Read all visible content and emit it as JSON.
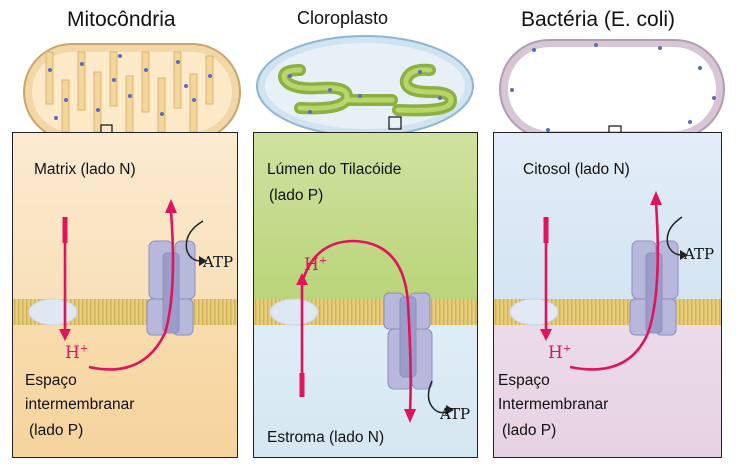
{
  "titles": {
    "mito": "Mitocôndria",
    "chloro": "Cloroplasto",
    "bact": "Bactéria (E. coli)"
  },
  "mito": {
    "top_label": "Matrix (lado N)",
    "bottom_label_1": "Espaço",
    "bottom_label_2": "intermembranar",
    "bottom_label_3": "(lado P)",
    "proton": "H",
    "proton_sup": "+",
    "atp": "ATP"
  },
  "chloro": {
    "top_label_1": "Lúmen do Tilacóide",
    "top_label_2": "(lado P)",
    "bottom_label": "Estroma (lado N)",
    "proton": "H",
    "proton_sup": "+",
    "atp": "ATP"
  },
  "bact": {
    "top_label": "Citosol (lado N)",
    "bottom_label_1": "Espaço",
    "bottom_label_2": "Intermembranar",
    "bottom_label_3": "(lado P)",
    "proton": "H",
    "proton_sup": "+",
    "atp": "ATP"
  },
  "colors": {
    "mito_top": "#fbe3bf",
    "mito_bottom": "#f9d9a8",
    "chloro_top": "#c7dd8c",
    "chloro_bottom": "#dcebf4",
    "bact_top": "#dbe8f5",
    "bact_bottom": "#ead8e6",
    "proton_arrow": "#e0145a",
    "membrane": "#e8c870",
    "synthase": "#b7b7dc"
  }
}
